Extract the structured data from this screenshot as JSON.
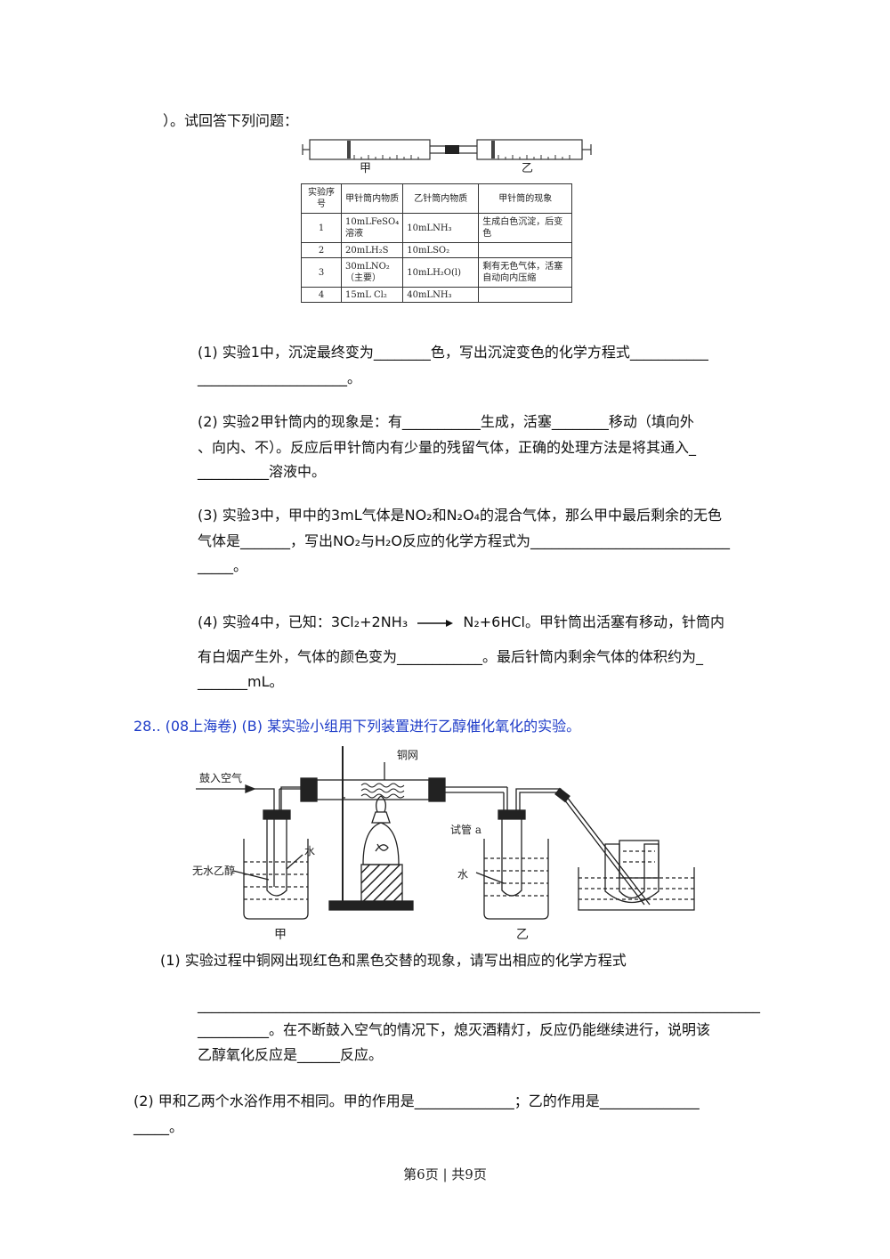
{
  "intro": "）。试回答下列问题：",
  "syringe": {
    "left_label": "甲",
    "right_label": "乙"
  },
  "table": {
    "headers": [
      "实验序号",
      "甲针筒内物质",
      "乙针筒内物质",
      "甲针筒的现象"
    ],
    "rows": [
      [
        "1",
        "10mLFeSO₄溶液",
        "10mLNH₃",
        "生成白色沉淀，后变色"
      ],
      [
        "2",
        "20mLH₂S",
        "10mLSO₂",
        ""
      ],
      [
        "3",
        "30mLNO₂（主要）",
        "10mLH₂O(l)",
        "剩有无色气体，活塞自动向内压缩"
      ],
      [
        "4",
        "15mL Cl₂",
        "40mLNH₃",
        ""
      ]
    ]
  },
  "q1": {
    "l1": "(1) 实验1中，沉淀最终变为________色，写出沉淀变色的化学方程式___________",
    "l2": "_____________________。"
  },
  "q2": {
    "l1": "(2) 实验2甲针筒内的现象是：有___________生成，活塞________移动（填向外",
    "l2": "、向内、不）。反应后甲针筒内有少量的残留气体，正确的处理方法是将其通入_",
    "l3": "__________溶液中。"
  },
  "q3": {
    "l1": "(3) 实验3中，甲中的3mL气体是NO₂和N₂O₄的混合气体，那么甲中最后剩余的无色",
    "l2": "气体是_______，写出NO₂与H₂O反应的化学方程式为____________________________",
    "l3": "_____。"
  },
  "q4": {
    "l1a": "(4) 实验4中，已知：3Cl₂+2NH₃",
    "l1b": "N₂+6HCl。甲针筒出活塞有移动，针筒内",
    "l2": "有白烟产生外，气体的颜色变为____________。最后针筒内剩余气体的体积约为_",
    "l3": "_______mL。"
  },
  "q28": {
    "title": "28..  (08上海卷) (B) 某实验小组用下列装置进行乙醇催化氧化的实验。"
  },
  "apparatus": {
    "air_label": "鼓入空气",
    "mesh_label": "铜网",
    "ethanol_label": "无水乙醇",
    "water_label_1": "水",
    "tube_label": "试管 a",
    "water_label_2": "水",
    "jia": "甲",
    "yi": "乙"
  },
  "p1": {
    "l1": "(1) 实验过程中铜网出现红色和黑色交替的现象，请写出相应的化学方程式",
    "l2": "_______________________________________________________________________________",
    "l3": "__________。在不断鼓入空气的情况下，熄灭酒精灯，反应仍能继续进行，说明该",
    "l4": "乙醇氧化反应是______反应。"
  },
  "p2": {
    "l1": "(2) 甲和乙两个水浴作用不相同。甲的作用是______________；乙的作用是______________",
    "l2": "_____。"
  },
  "footer": "第6页 | 共9页"
}
